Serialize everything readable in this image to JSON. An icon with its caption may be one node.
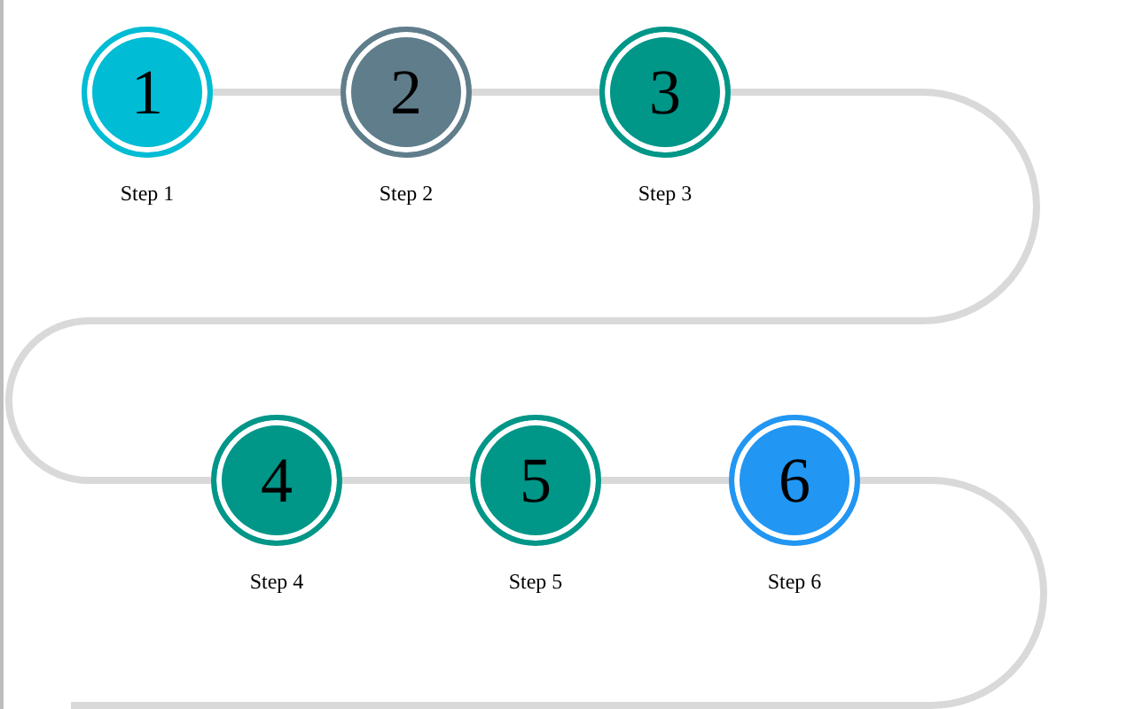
{
  "diagram": {
    "nodes": [
      {
        "text": [
          "1"
        ],
        "beside": [
          "Step 1"
        ]
      },
      {
        "text": [
          "2"
        ],
        "beside": [
          "Step 2"
        ]
      },
      {
        "text": [
          "3"
        ],
        "beside": [
          "Step 3"
        ]
      },
      {
        "text": [
          "4"
        ],
        "beside": [
          "Step 4"
        ]
      },
      {
        "text": [
          "5"
        ],
        "beside": [
          "Step 5"
        ]
      },
      {
        "text": [
          "6"
        ],
        "beside": [
          "Step 6"
        ]
      }
    ],
    "edges": [
      {
        "from": 0,
        "to": 1,
        "arrow": "none"
      },
      {
        "from": 1,
        "to": 2,
        "arrow": "none"
      },
      {
        "from": 2,
        "to": 3,
        "arrow": "none"
      },
      {
        "from": 3,
        "to": 4,
        "arrow": "none"
      },
      {
        "from": 4,
        "to": 5,
        "arrow": "none"
      },
      {
        "from": 5,
        "to": null,
        "arrow": "none"
      }
    ]
  }
}
